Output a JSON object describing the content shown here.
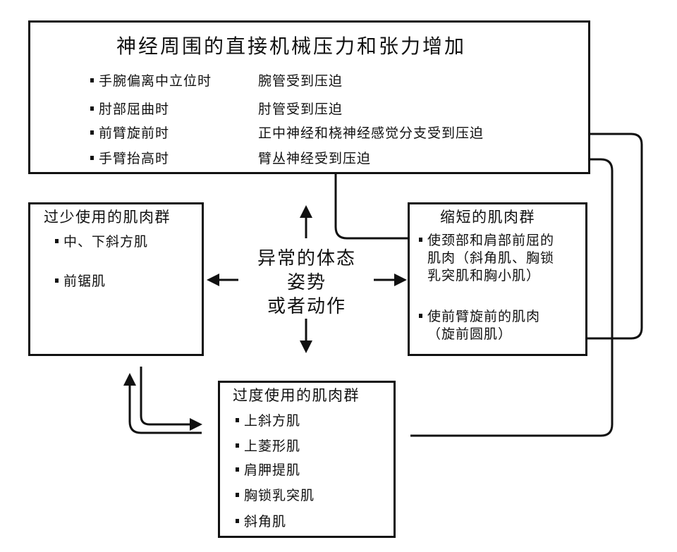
{
  "top_box": {
    "title": "神经周围的直接机械压力和张力增加",
    "rows": [
      {
        "cause": "手腕偏离中立位时",
        "effect": "腕管受到压迫"
      },
      {
        "cause": "肘部屈曲时",
        "effect": "肘管受到压迫"
      },
      {
        "cause": "前臂旋前时",
        "effect": "正中神经和桡神经感觉分支受到压迫"
      },
      {
        "cause": "手臂抬高时",
        "effect": "臂丛神经受到压迫"
      }
    ]
  },
  "underused_box": {
    "title": "过少使用的肌肉群",
    "items": [
      "中、下斜方肌",
      "前锯肌"
    ]
  },
  "center": {
    "lines": [
      "异常的体态",
      "姿势",
      "或者动作"
    ]
  },
  "shortened_box": {
    "title": "缩短的肌肉群",
    "item1_lines": [
      "使颈部和肩部前屈的",
      "肌肉（斜角肌、胸锁",
      "乳突肌和胸小肌）"
    ],
    "item2_lines": [
      "使前臂旋前的肌肉",
      "（旋前圆肌）"
    ]
  },
  "overused_box": {
    "title": "过度使用的肌肉群",
    "items": [
      "上斜方肌",
      "上菱形肌",
      "肩胛提肌",
      "胸锁乳突肌",
      "斜角肌"
    ]
  }
}
